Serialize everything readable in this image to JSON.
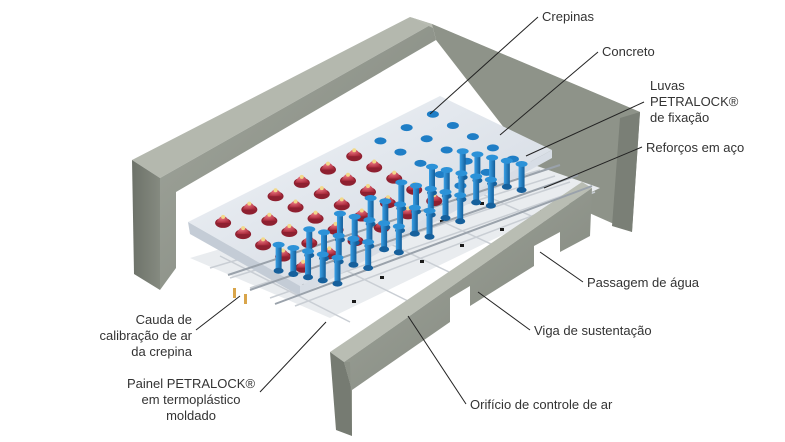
{
  "labels": {
    "crepinas": "Crepinas",
    "concreto": "Concreto",
    "luvas": [
      "Luvas",
      "PETRALOCK®",
      "de fixação"
    ],
    "reforcos": "Reforços em aço",
    "passagem": "Passagem de água",
    "viga": "Viga de sustentação",
    "orificio": "Orifício de controle de ar",
    "cauda": [
      "Cauda de",
      "calibração de ar",
      "da crepina"
    ],
    "painel": [
      "Painel PETRALOCK®",
      "em termoplástico",
      "moldado"
    ]
  },
  "colors": {
    "concrete": "#8f948c",
    "concrete_dark": "#6f746c",
    "panel": "#e4e9f0",
    "nozzle_red": "#c83a4a",
    "nozzle_blue": "#1f7ec6",
    "leader": "#222222"
  }
}
